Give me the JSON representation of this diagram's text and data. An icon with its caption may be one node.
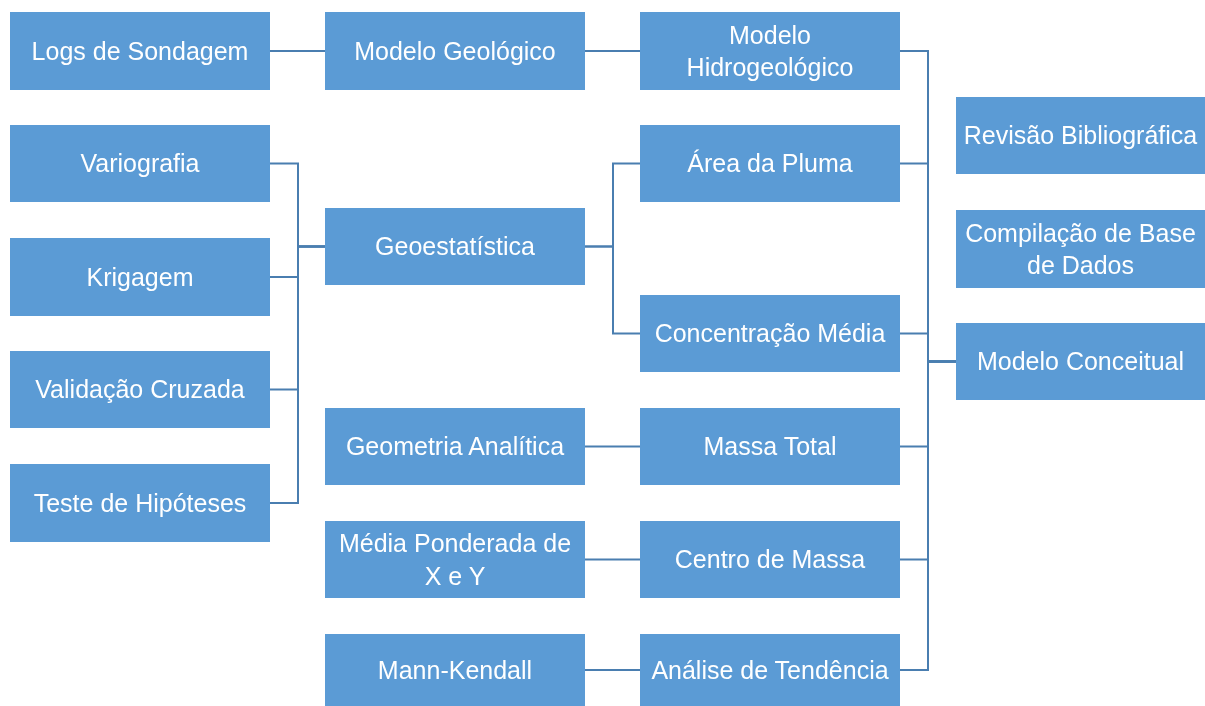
{
  "diagram": {
    "nodes": [
      {
        "text": [
          "Logs de Sondagem"
        ]
      },
      {
        "text": [
          "Modelo Geológico"
        ]
      },
      {
        "text": [
          "Modelo Hidrogeológico"
        ]
      },
      {
        "text": [
          "Variografia"
        ]
      },
      {
        "text": [
          "Área da Pluma"
        ]
      },
      {
        "text": [
          "Revisão Bibliográfica"
        ]
      },
      {
        "text": [
          "Compilação de Base de Dados"
        ]
      },
      {
        "text": [
          "Krigagem"
        ]
      },
      {
        "text": [
          "Geoestatística"
        ]
      },
      {
        "text": [
          "Concentração Média"
        ]
      },
      {
        "text": [
          "Modelo Conceitual"
        ]
      },
      {
        "text": [
          "Validação Cruzada"
        ]
      },
      {
        "text": [
          "Geometria Analítica"
        ]
      },
      {
        "text": [
          "Massa Total"
        ]
      },
      {
        "text": [
          "Teste de Hipóteses"
        ]
      },
      {
        "text": [
          "Média Ponderada de X e Y"
        ]
      },
      {
        "text": [
          "Centro de Massa"
        ]
      },
      {
        "text": [
          "Mann-Kendall"
        ]
      },
      {
        "text": [
          "Análise de Tendência"
        ]
      }
    ],
    "edges": [
      {
        "from": 0,
        "to": 1,
        "arrow": "none"
      },
      {
        "from": 1,
        "to": 2,
        "arrow": "none"
      },
      {
        "from": 3,
        "to": 8,
        "arrow": "none"
      },
      {
        "from": 7,
        "to": 8,
        "arrow": "none"
      },
      {
        "from": 11,
        "to": 8,
        "arrow": "none"
      },
      {
        "from": 14,
        "to": 8,
        "arrow": "none"
      },
      {
        "from": 8,
        "to": 4,
        "arrow": "none"
      },
      {
        "from": 8,
        "to": 9,
        "arrow": "none"
      },
      {
        "from": 12,
        "to": 13,
        "arrow": "none"
      },
      {
        "from": 15,
        "to": 16,
        "arrow": "none"
      },
      {
        "from": 17,
        "to": 18,
        "arrow": "none"
      },
      {
        "from": 2,
        "to": 10,
        "arrow": "none"
      },
      {
        "from": 4,
        "to": 10,
        "arrow": "none"
      },
      {
        "from": 9,
        "to": 10,
        "arrow": "none"
      },
      {
        "from": 13,
        "to": 10,
        "arrow": "none"
      },
      {
        "from": 16,
        "to": 10,
        "arrow": "none"
      },
      {
        "from": 18,
        "to": 10,
        "arrow": "none"
      }
    ]
  }
}
